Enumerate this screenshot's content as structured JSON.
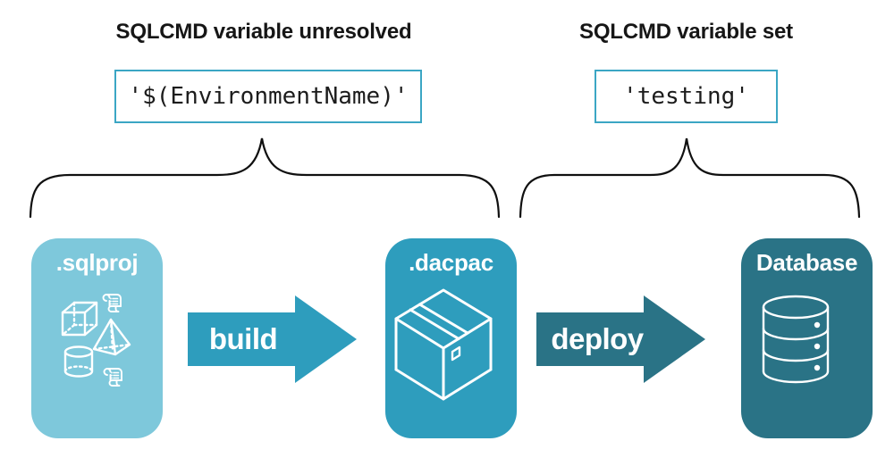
{
  "colors": {
    "sqlproj_card": "#7EC8DB",
    "dacpac_card": "#2E9DBD",
    "database_card": "#2A7386",
    "build_arrow": "#2E9DBD",
    "deploy_arrow": "#2A7386",
    "code_box_border": "#3BA6C4",
    "brace": "#101010",
    "heading_text": "#161616",
    "card_text": "#FFFFFF"
  },
  "annotations": {
    "left": {
      "heading": "SQLCMD variable unresolved",
      "code": "'$(EnvironmentName)'"
    },
    "right": {
      "heading": "SQLCMD variable set",
      "code": "'testing'"
    }
  },
  "pipeline": {
    "stages": [
      {
        "label": ".sqlproj",
        "icon": "sql-objects-icon"
      },
      {
        "label": ".dacpac",
        "icon": "package-box-icon"
      },
      {
        "label": "Database",
        "icon": "database-cylinder-icon"
      }
    ],
    "arrows": [
      {
        "label": "build"
      },
      {
        "label": "deploy"
      }
    ]
  }
}
